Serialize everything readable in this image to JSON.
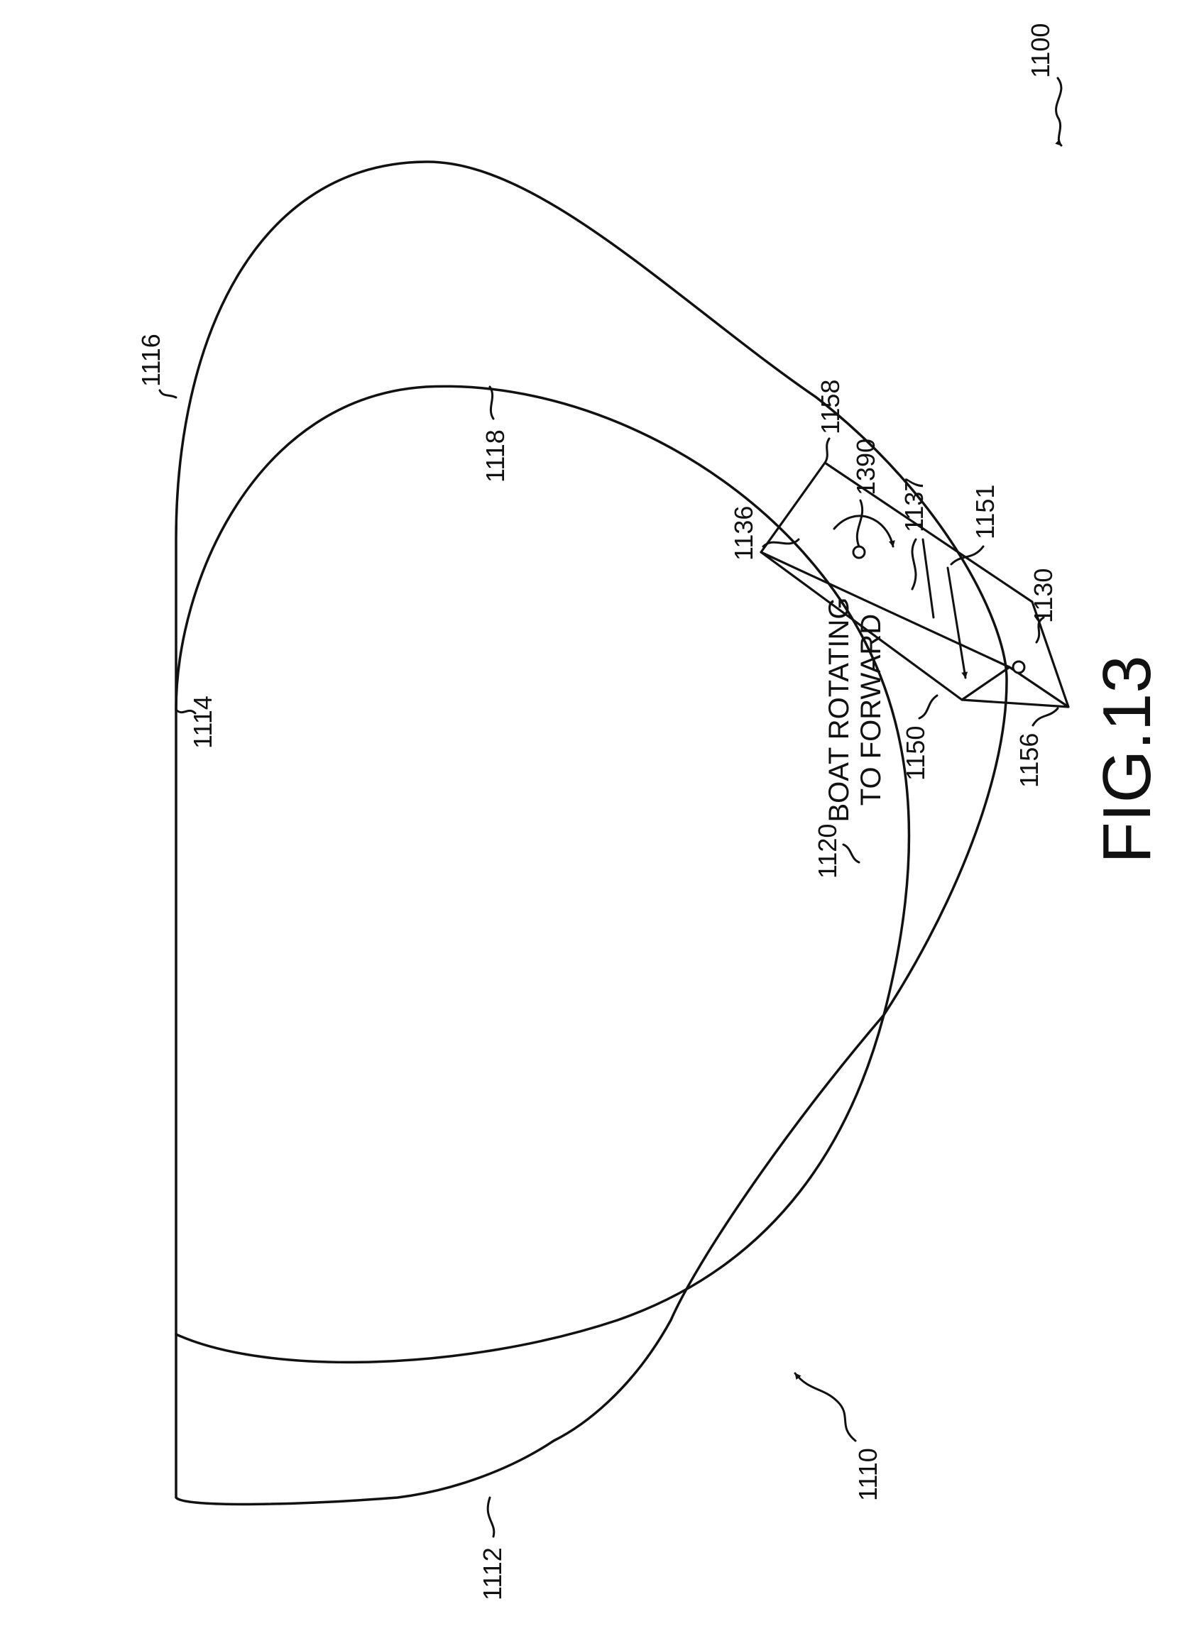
{
  "figure": {
    "title": "FIG.13",
    "caption_line1": "BOAT ROTATING",
    "caption_line2": "TO FORWARD"
  },
  "labels": {
    "l1100": "1100",
    "l1110": "1110",
    "l1112": "1112",
    "l1114": "1114",
    "l1116": "1116",
    "l1118": "1118",
    "l1120": "1120",
    "l1130": "1130",
    "l1136": "1136",
    "l1137": "1137",
    "l1150": "1150",
    "l1151": "1151",
    "l1156": "1156",
    "l1158": "1158",
    "l1390": "1390"
  }
}
